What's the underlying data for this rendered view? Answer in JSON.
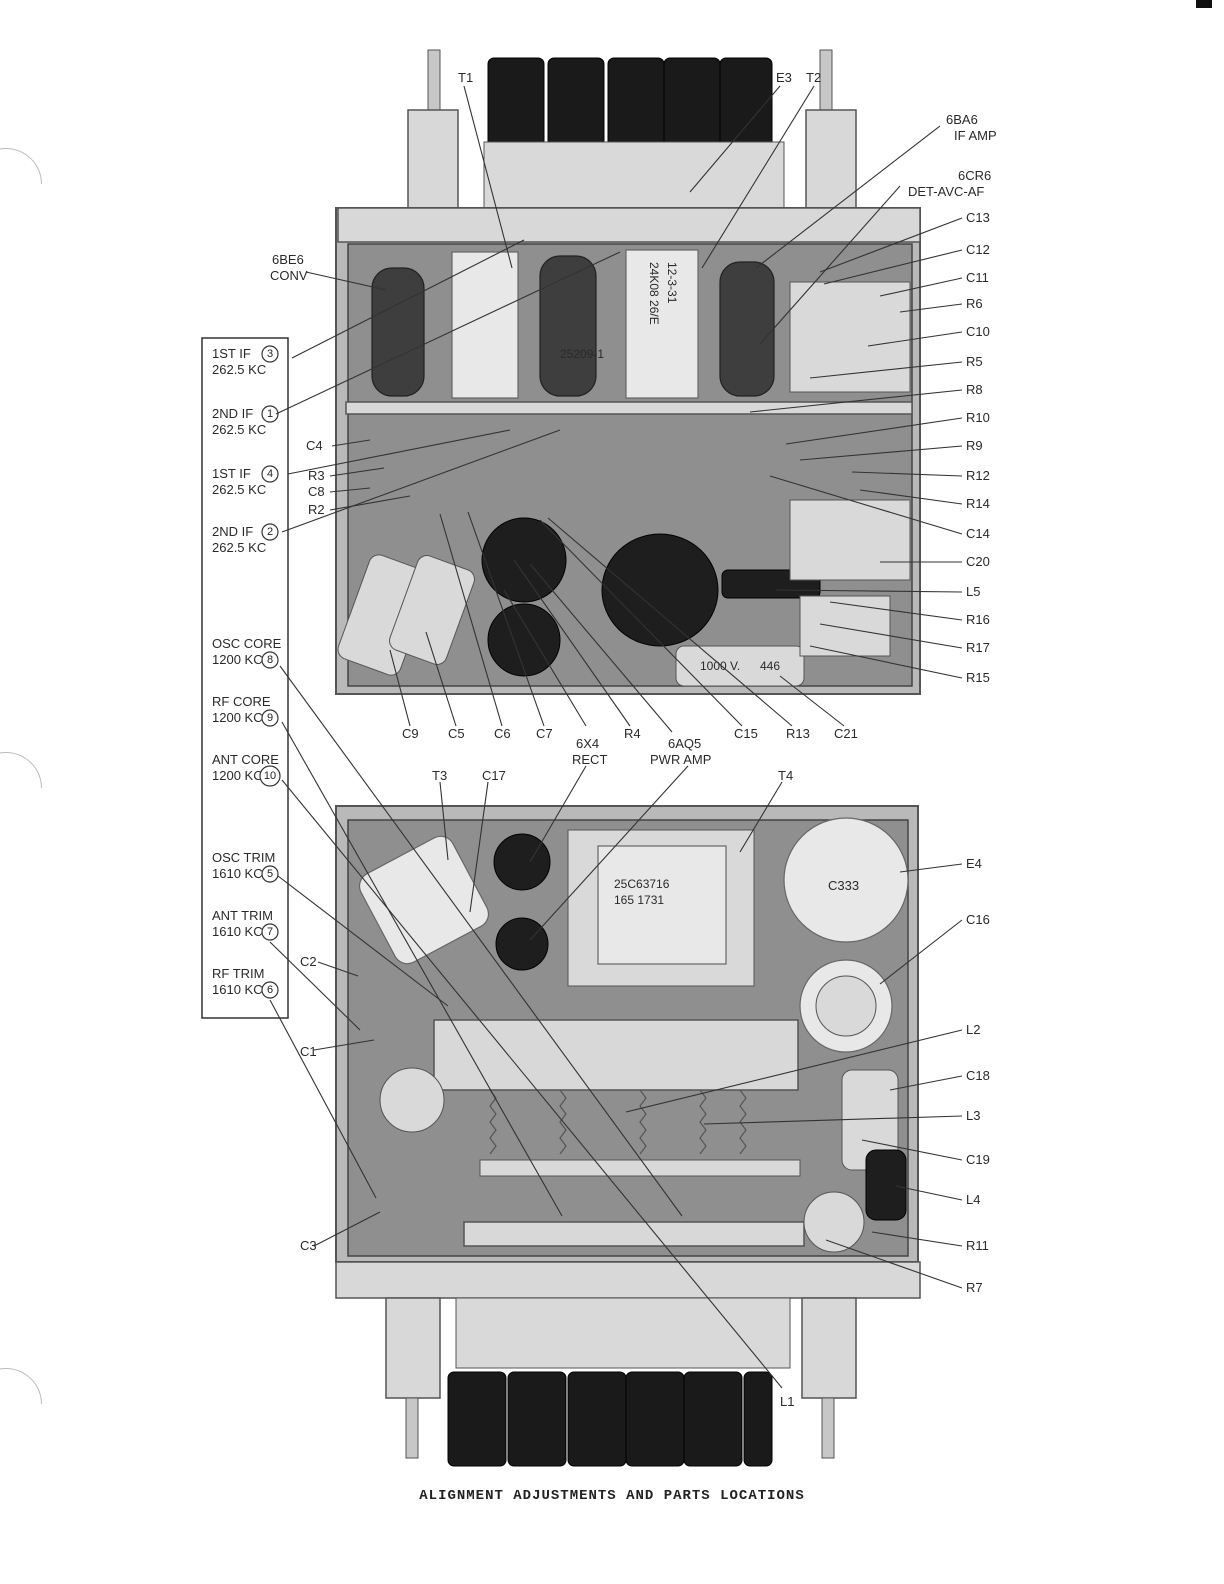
{
  "caption": "ALIGNMENT ADJUSTMENTS AND PARTS LOCATIONS",
  "adjustments": [
    {
      "line1": "1ST IF",
      "num": "3",
      "line2": "262.5 KC"
    },
    {
      "line1": "2ND IF",
      "num": "1",
      "line2": "262.5 KC"
    },
    {
      "line1": "1ST IF",
      "num": "4",
      "line2": "262.5 KC"
    },
    {
      "line1": "2ND IF",
      "num": "2",
      "line2": "262.5 KC"
    },
    {
      "line1": "OSC CORE",
      "line2": "1200 KC",
      "num": "8"
    },
    {
      "line1": "RF CORE",
      "line2": "1200 KC",
      "num": "9"
    },
    {
      "line1": "ANT CORE",
      "line2": "1200 KC",
      "num": "10"
    },
    {
      "line1": "OSC TRIM",
      "line2": "1610 KC",
      "num": "5"
    },
    {
      "line1": "ANT TRIM",
      "line2": "1610 KC",
      "num": "7"
    },
    {
      "line1": "RF TRIM",
      "line2": "1610 KC",
      "num": "6"
    }
  ],
  "top_labels": {
    "T1": "T1",
    "E3": "E3",
    "T2": "T2",
    "tube_6ba6": "6BA6",
    "tube_6ba6_func": "IF AMP",
    "tube_6cr6": "6CR6",
    "tube_6cr6_func": "DET-AVC-AF",
    "tube_6be6": "6BE6",
    "tube_6be6_func": "CONV"
  },
  "right_labels_upper": [
    "C13",
    "C12",
    "C11",
    "R6",
    "C10",
    "R5",
    "R8",
    "R10",
    "R9",
    "R12",
    "R14",
    "C14",
    "C20",
    "L5",
    "R16",
    "R17",
    "R15"
  ],
  "left_labels_upper": [
    "C4",
    "R3",
    "C8",
    "R2"
  ],
  "bottom_labels_upper": [
    "C9",
    "C5",
    "C6",
    "C7",
    "6X4",
    "RECT",
    "R4",
    "6AQ5",
    "PWR AMP",
    "C15",
    "R13",
    "C21"
  ],
  "lower_top_labels": [
    "T3",
    "C17",
    "T4"
  ],
  "right_labels_lower": [
    "E4",
    "C16",
    "L2",
    "C18",
    "L3",
    "C19",
    "L4",
    "R11",
    "R7"
  ],
  "left_labels_lower": [
    "C2",
    "C1",
    "C3"
  ],
  "bottom_label_lower": "L1",
  "markings": {
    "t2_stamp": "12-3-31",
    "t2_code": "24K08 26/E",
    "tube_stamp": "25209-1",
    "t4_stamp": "25C63716",
    "t4_code": "165  1731",
    "e4_stamp": "C333",
    "c21_stamp": "1000 V.",
    "c21_code": "446"
  },
  "colors": {
    "ink": "#222222",
    "chassis": "#b9b9b9",
    "knob": "#1a1a1a"
  }
}
